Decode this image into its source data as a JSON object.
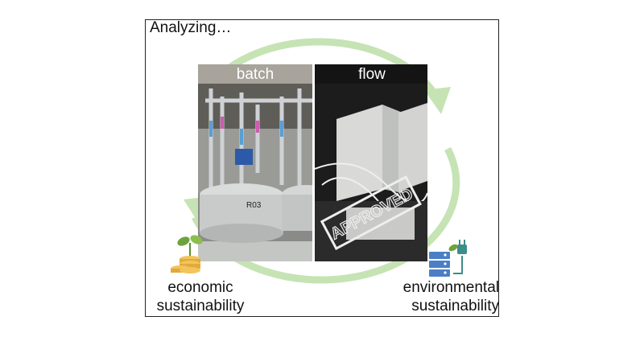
{
  "header": {
    "status_text": "Analyzing…"
  },
  "panels": {
    "left_label": "batch",
    "right_label": "flow",
    "reactor_tag": "R03",
    "stamp_text": "APPROVED"
  },
  "labels": {
    "left_line1": "economic",
    "left_line2": "sustainability",
    "right_line1": "environmental",
    "right_line2": "sustainability"
  },
  "colors": {
    "arrow": "#c6e3b4",
    "batch_bar": "#a8a39b",
    "flow_bar": "#141414",
    "coin": "#e2a93b",
    "leaf": "#6ea23c",
    "server": "#4a7fc6",
    "plug": "#3d8d8a"
  },
  "icons": {
    "left": "plant-coins-icon",
    "right": "server-plug-icon"
  }
}
